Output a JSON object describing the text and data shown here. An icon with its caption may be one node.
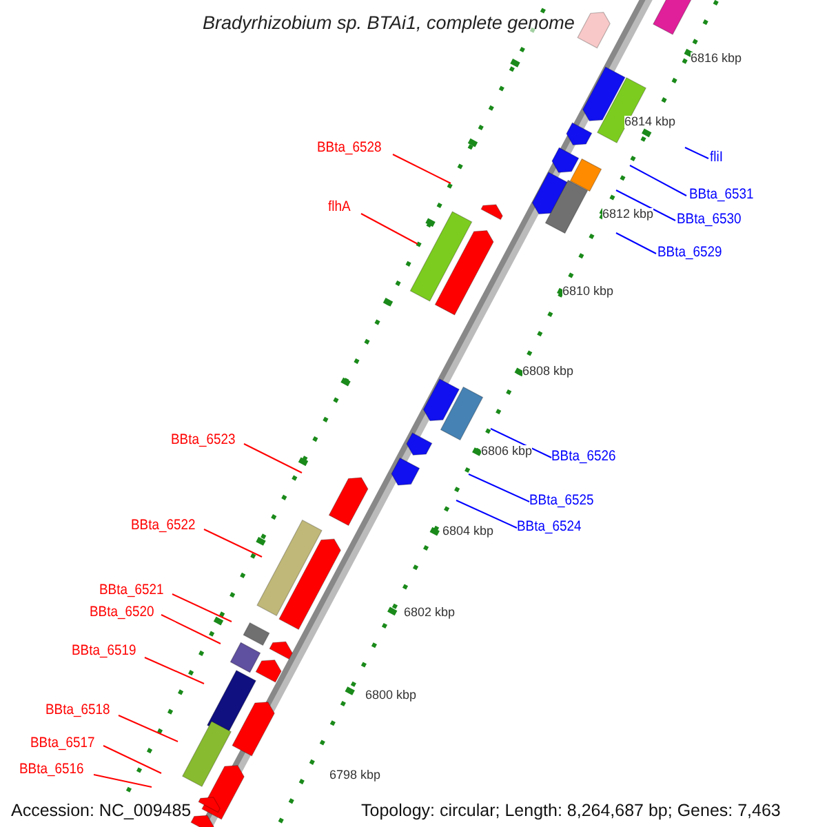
{
  "diagram": {
    "title": "Bradyrhizobium sp. BTAi1, complete genome",
    "nodes": [
      {
        "text": [
          "BBta_6528"
        ]
      },
      {
        "text": [
          "fliI"
        ]
      },
      {
        "text": [
          "BBta_6531"
        ]
      },
      {
        "text": [
          "flhA"
        ]
      },
      {
        "text": [
          "BBta_6530"
        ]
      },
      {
        "text": [
          "BBta_6529"
        ]
      },
      {
        "text": [
          "BBta_6523"
        ]
      },
      {
        "text": [
          "BBta_6526"
        ]
      },
      {
        "text": [
          "BBta_6525"
        ]
      },
      {
        "text": [
          "BBta_6524"
        ]
      },
      {
        "text": [
          "BBta_6522"
        ]
      },
      {
        "text": [
          "BBta_6521"
        ]
      },
      {
        "text": [
          "BBta_6520"
        ]
      },
      {
        "text": [
          "BBta_6519"
        ]
      },
      {
        "text": [
          "BBta_6518"
        ]
      },
      {
        "text": [
          "BBta_6517"
        ]
      },
      {
        "text": [
          "BBta_6516"
        ]
      }
    ],
    "edges": [
      {
        "from": 0,
        "to": null,
        "arrow": "none"
      },
      {
        "from": 1,
        "to": null,
        "arrow": "none",
        "color": "#0000ff"
      },
      {
        "from": 2,
        "to": null,
        "arrow": "none",
        "color": "#0000ff"
      },
      {
        "from": 3,
        "to": null,
        "arrow": "none"
      },
      {
        "from": 4,
        "to": null,
        "arrow": "none",
        "color": "#0000ff"
      },
      {
        "from": 5,
        "to": null,
        "arrow": "none",
        "color": "#0000ff"
      },
      {
        "from": 6,
        "to": null,
        "arrow": "none"
      },
      {
        "from": 7,
        "to": null,
        "arrow": "none",
        "color": "#0000ff"
      },
      {
        "from": 8,
        "to": null,
        "arrow": "none",
        "color": "#0000ff"
      },
      {
        "from": 9,
        "to": null,
        "arrow": "none",
        "color": "#0000ff"
      },
      {
        "from": 10,
        "to": null,
        "arrow": "none"
      },
      {
        "from": 11,
        "to": null,
        "arrow": "none"
      },
      {
        "from": 12,
        "to": null,
        "arrow": "none"
      },
      {
        "from": 13,
        "to": null,
        "arrow": "none"
      },
      {
        "from": 14,
        "to": null,
        "arrow": "none"
      },
      {
        "from": 15,
        "to": null,
        "arrow": "none"
      },
      {
        "from": 16,
        "to": null,
        "arrow": "none"
      }
    ],
    "labels": [
      "6816 kbp",
      "6814 kbp",
      "6812 kbp",
      "6810 kbp",
      "6808 kbp",
      "6806 kbp",
      "6804 kbp",
      "6802 kbp",
      "6800 kbp",
      "6798 kbp",
      "Accession: NC_009485",
      "Topology: circular; Length: 8,264,687 bp; Genes: 7,463"
    ]
  }
}
